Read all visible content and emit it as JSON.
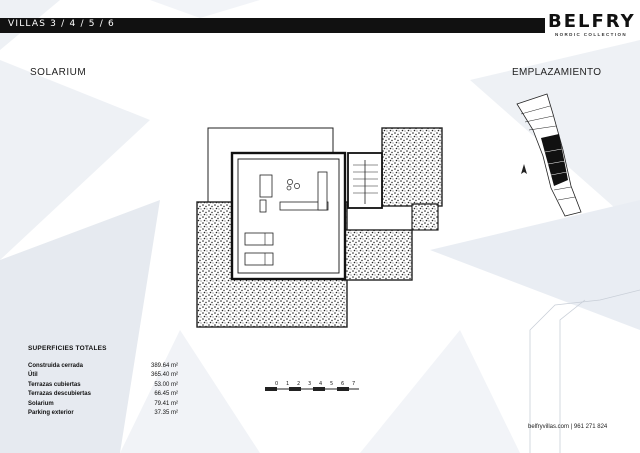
{
  "header": {
    "project_label": "VILLAS 3 / 4 / 5 / 6"
  },
  "brand": {
    "name": "BELFRY",
    "tagline": "NORDIC COLLECTION"
  },
  "sections": {
    "plan_title": "SOLARIUM",
    "location_title": "EMPLAZAMIENTO"
  },
  "surfaces": {
    "title": "SUPERFICIES TOTALES",
    "rows": [
      {
        "label": "Construida cerrada",
        "value": "389.64 m²"
      },
      {
        "label": "Útil",
        "value": "365.40 m²"
      },
      {
        "label": "Terrazas cubiertas",
        "value": "53.00 m²"
      },
      {
        "label": "Terrazas descubiertas",
        "value": "66.45 m²"
      },
      {
        "label": "Solarium",
        "value": "79.41 m²"
      },
      {
        "label": "Parking exterior",
        "value": "37.35 m²"
      }
    ]
  },
  "scale_bar": {
    "ticks": [
      "0",
      "1",
      "2",
      "3",
      "4",
      "5",
      "6",
      "7"
    ]
  },
  "footer": {
    "contact": "belfryvillas.com | 961 271 824"
  },
  "colors": {
    "bar": "#111111",
    "shard": "#dde3ec",
    "hatch": "#222222"
  }
}
